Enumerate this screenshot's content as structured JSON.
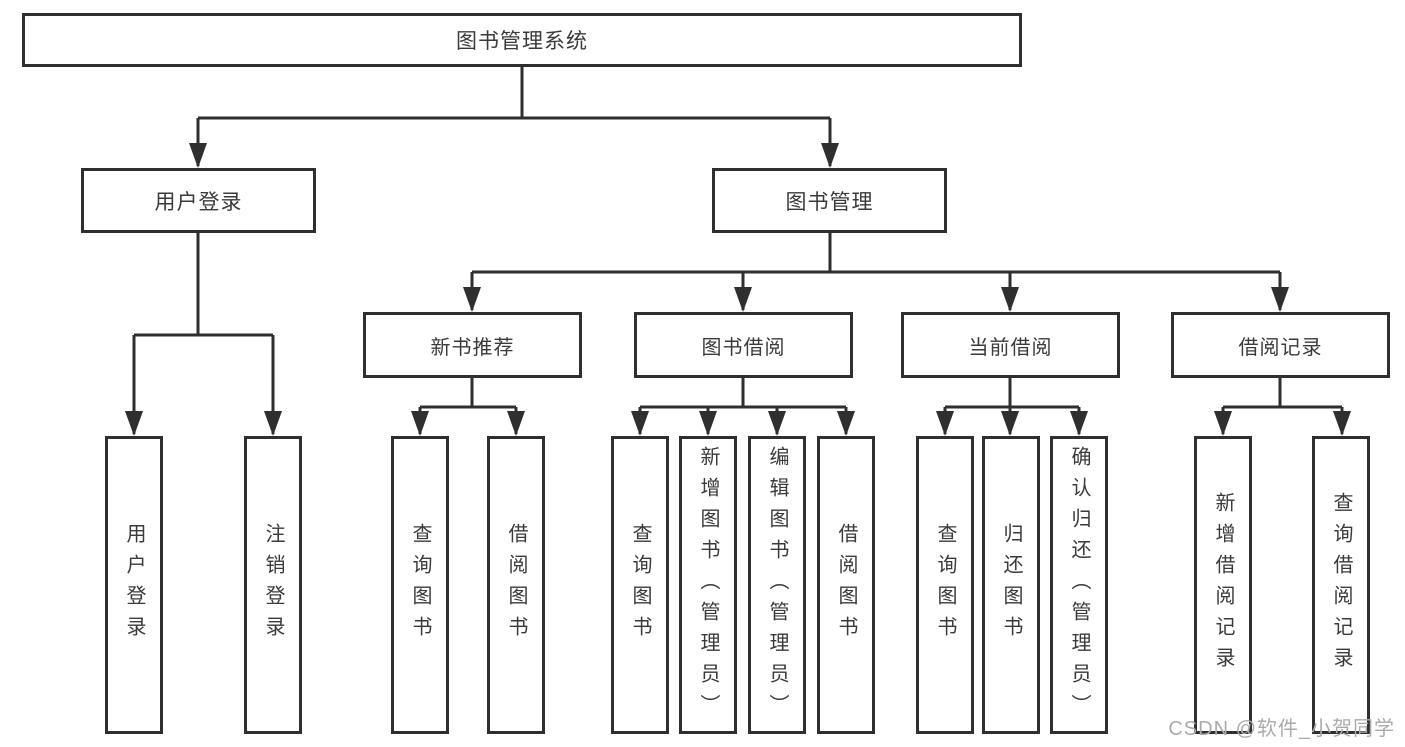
{
  "tree": {
    "root": {
      "label": "图书管理系统"
    },
    "branches": [
      {
        "label": "用户登录",
        "children": [
          {
            "label": "用户登录"
          },
          {
            "label": "注销登录"
          }
        ]
      },
      {
        "label": "图书管理",
        "sections": [
          {
            "label": "新书推荐",
            "children": [
              {
                "label": "查询图书"
              },
              {
                "label": "借阅图书"
              }
            ]
          },
          {
            "label": "图书借阅",
            "children": [
              {
                "label": "查询图书"
              },
              {
                "label": "新增图书（管理员）"
              },
              {
                "label": "编辑图书（管理员）"
              },
              {
                "label": "借阅图书"
              }
            ]
          },
          {
            "label": "当前借阅",
            "children": [
              {
                "label": "查询图书"
              },
              {
                "label": "归还图书"
              },
              {
                "label": "确认归还（管理员）"
              }
            ]
          },
          {
            "label": "借阅记录",
            "children": [
              {
                "label": "新增借阅记录"
              },
              {
                "label": "查询借阅记录"
              }
            ]
          }
        ]
      }
    ]
  },
  "watermark": "CSDN @软件_小贺同学",
  "colors": {
    "line": "#2f2f2f",
    "text": "#3a3a3a",
    "box_background": "#ffffff",
    "watermark": "#ababab"
  }
}
